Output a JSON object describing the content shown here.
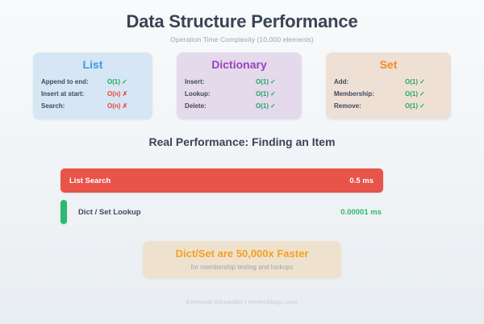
{
  "header": {
    "title": "Data Structure Performance",
    "subtitle": "Operation Time Complexity (10,000 elements)"
  },
  "cards": [
    {
      "name": "list",
      "title": "List",
      "title_color": "#3e9ae0",
      "bg_color": "#d6e6f4",
      "rows": [
        {
          "op": "Append to end:",
          "value": "O(1)",
          "mark": "✓",
          "status": "good"
        },
        {
          "op": "Insert at start:",
          "value": "O(n)",
          "mark": "✗",
          "status": "bad"
        },
        {
          "op": "Search:",
          "value": "O(n)",
          "mark": "✗",
          "status": "bad"
        }
      ]
    },
    {
      "name": "dictionary",
      "title": "Dictionary",
      "title_color": "#9b3fbf",
      "bg_color": "#e4daec",
      "rows": [
        {
          "op": "Insert:",
          "value": "O(1)",
          "mark": "✓",
          "status": "good"
        },
        {
          "op": "Lookup:",
          "value": "O(1)",
          "mark": "✓",
          "status": "good"
        },
        {
          "op": "Delete:",
          "value": "O(1)",
          "mark": "✓",
          "status": "good"
        }
      ]
    },
    {
      "name": "set",
      "title": "Set",
      "title_color": "#f58a1f",
      "bg_color": "#eee0d5",
      "rows": [
        {
          "op": "Add:",
          "value": "O(1)",
          "mark": "✓",
          "status": "good"
        },
        {
          "op": "Membership:",
          "value": "O(1)",
          "mark": "✓",
          "status": "good"
        },
        {
          "op": "Remove:",
          "value": "O(1)",
          "mark": "✓",
          "status": "good"
        }
      ]
    }
  ],
  "section": {
    "title": "Real Performance: Finding an Item"
  },
  "chart_data": {
    "type": "bar",
    "title": "Real Performance: Finding an Item",
    "orientation": "horizontal",
    "xlabel": "",
    "ylabel": "",
    "unit": "ms",
    "categories": [
      "List Search",
      "Dict / Set Lookup"
    ],
    "values": [
      0.5,
      1e-05
    ],
    "value_labels": [
      "0.5 ms",
      "0.00001 ms"
    ],
    "colors": [
      "#e8544a",
      "#2eb872"
    ],
    "xlim": [
      0,
      0.5
    ],
    "grid": false,
    "legend": false
  },
  "bars": [
    {
      "label": "List Search",
      "value_label": "0.5 ms",
      "color": "#e8544a",
      "label_placement": "inside",
      "value_placement": "inside"
    },
    {
      "label": "Dict / Set Lookup",
      "value_label": "0.00001 ms",
      "color": "#2eb872",
      "label_placement": "outside",
      "value_placement": "outside"
    }
  ],
  "callout": {
    "title": "Dict/Set are 50,000x Faster",
    "subtitle": "for membership testing and lookups",
    "bg_color": "#eee2ce",
    "title_color": "#f5a020"
  },
  "footer": {
    "text": "Emmimal Alexander | emitechlogic.com"
  }
}
